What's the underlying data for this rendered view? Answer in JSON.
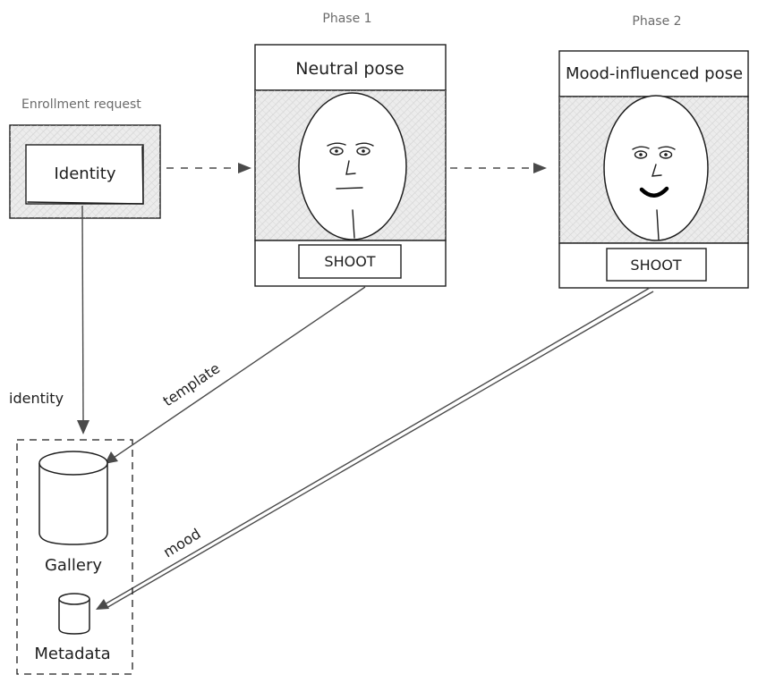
{
  "enrollment": {
    "label": "Enrollment request",
    "identity_box": "Identity"
  },
  "phase1": {
    "heading": "Phase 1",
    "title": "Neutral pose",
    "button": "SHOOT"
  },
  "phase2": {
    "heading": "Phase 2",
    "title": "Mood-influenced pose",
    "button": "SHOOT"
  },
  "edges": {
    "identity": "identity",
    "template": "template",
    "mood": "mood"
  },
  "storage": {
    "gallery": "Gallery",
    "metadata": "Metadata"
  },
  "colors": {
    "stroke": "#1e1e1e",
    "arrow": "#4a4a4a",
    "hatch_fill": "#e4e4e4",
    "smile": "#000000"
  }
}
